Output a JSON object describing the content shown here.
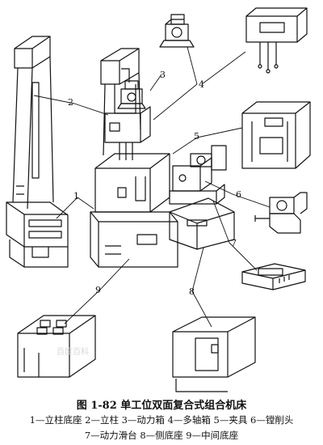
{
  "figure": {
    "title": "图 1-82   单工位双面复合式组合机床",
    "legend_line1": "1—立柱底座   2—立柱   3—动力箱   4—多轴箱   5—夹具   6—镗削头",
    "legend_line2": "7—动力滑台   8—侧底座   9—中间底座",
    "callouts": [
      "1",
      "2",
      "3",
      "4",
      "5",
      "6",
      "7",
      "8",
      "9"
    ],
    "watermark": "百度百科"
  }
}
